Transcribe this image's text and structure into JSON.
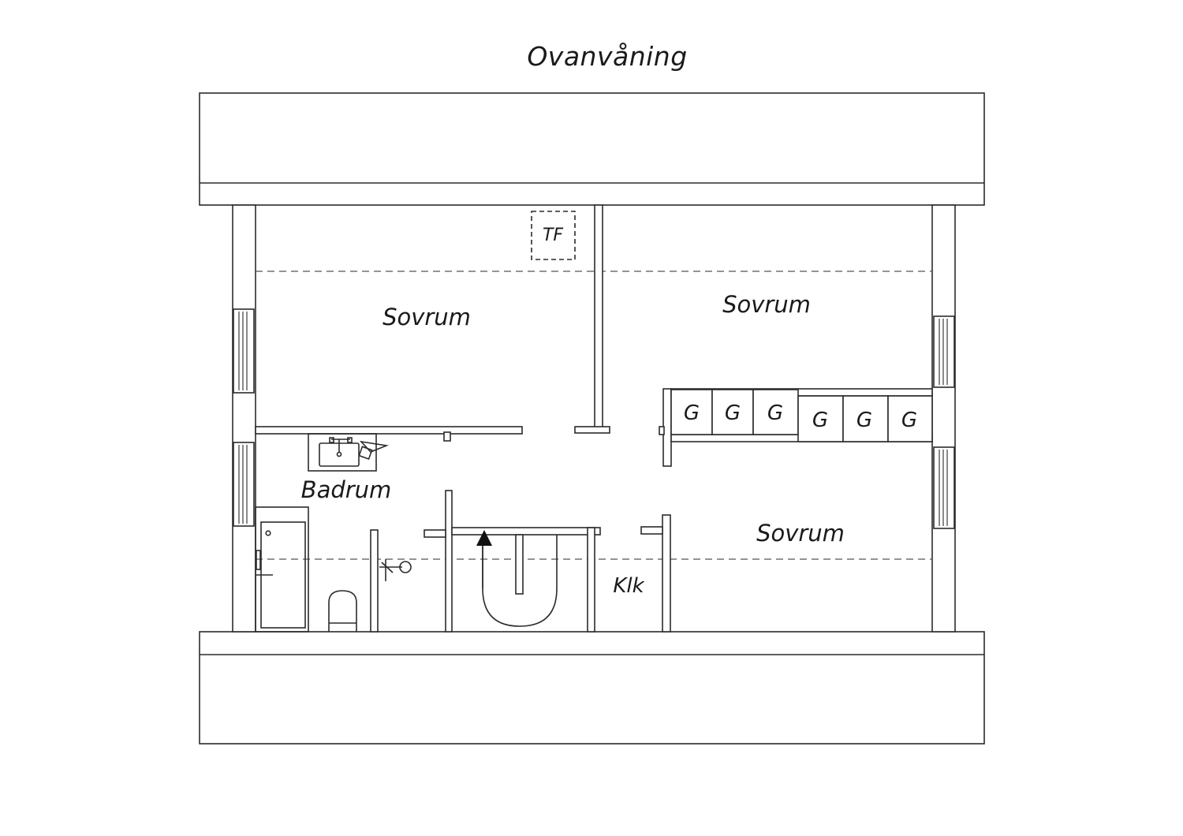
{
  "plan": {
    "title": "Ovanvåning",
    "rooms": {
      "bedroom_top_left": "Sovrum",
      "bedroom_top_right": "Sovrum",
      "bedroom_bottom_right": "Sovrum",
      "bathroom": "Badrum",
      "closet": "Klk",
      "tf": "TF"
    },
    "wardrobes": [
      "G",
      "G",
      "G",
      "G",
      "G",
      "G"
    ]
  }
}
